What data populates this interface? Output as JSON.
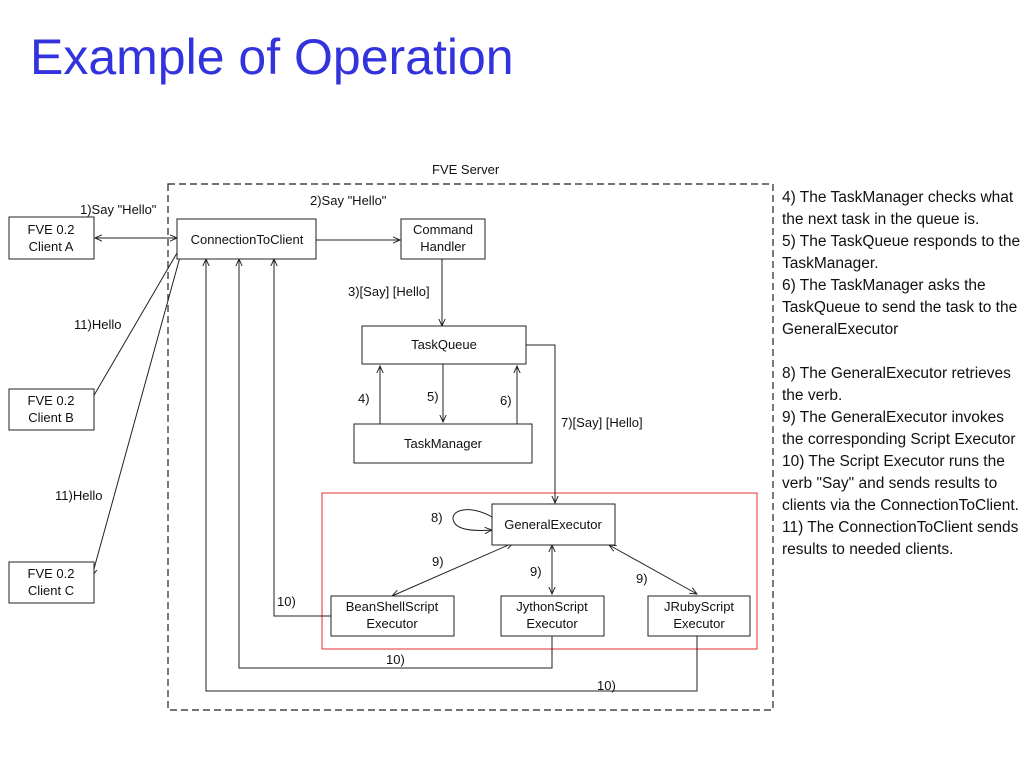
{
  "title": "Example of Operation",
  "diagram": {
    "server_label": "FVE Server",
    "nodes": {
      "client_a": [
        "FVE 0.2",
        "Client A"
      ],
      "client_b": [
        "FVE 0.2",
        "Client B"
      ],
      "client_c": [
        "FVE 0.2",
        "Client C"
      ],
      "connection_to_client": "ConnectionToClient",
      "command_handler": [
        "Command",
        "Handler"
      ],
      "task_queue": "TaskQueue",
      "task_manager": "TaskManager",
      "general_executor": "GeneralExecutor",
      "beanshell": [
        "BeanShellScript",
        "Executor"
      ],
      "jython": [
        "JythonScript",
        "Executor"
      ],
      "jruby": [
        "JRubyScript",
        "Executor"
      ]
    },
    "edge_labels": {
      "step1": "1)Say \"Hello\"",
      "step2": "2)Say \"Hello\"",
      "step3": "3)[Say] [Hello]",
      "step4": "4)",
      "step5": "5)",
      "step6": "6)",
      "step7": "7)[Say] [Hello]",
      "step8": "8)",
      "step9_left": "9)",
      "step9_mid": "9)",
      "step9_right": "9)",
      "step10_bean": "10)",
      "step10_jython": "10)",
      "step10_jruby": "10)",
      "step11_b": "11)Hello",
      "step11_c": "11)Hello"
    }
  },
  "notes": [
    "4) The TaskManager checks what the next task in the queue is.",
    "5) The TaskQueue responds to the TaskManager.",
    "6) The TaskManager asks the TaskQueue to send the task to the GeneralExecutor",
    "",
    "8) The GeneralExecutor retrieves the verb.",
    "9) The GeneralExecutor invokes the corresponding Script Executor",
    "10) The Script Executor runs the verb \"Say\" and sends results to clients via the ConnectionToClient.",
    "11) The ConnectionToClient sends results to needed clients."
  ]
}
